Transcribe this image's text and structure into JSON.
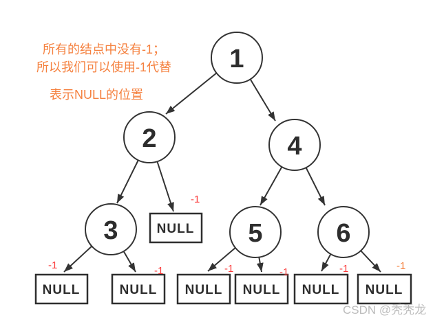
{
  "annotation": {
    "line1": "所有的结点中没有-1；",
    "line2": "所以我们可以使用-1代替",
    "line3": "表示NULL的位置"
  },
  "nodes": {
    "n1": "1",
    "n2": "2",
    "n3": "3",
    "n4": "4",
    "n5": "5",
    "n6": "6"
  },
  "null_box": {
    "label": "NULL"
  },
  "markers": {
    "minus_one": "-1"
  },
  "watermark": {
    "text": "CSDN @秃秃龙"
  },
  "colors": {
    "annotation_orange": "#f5813f",
    "minus_one_red": "#fb3b3b",
    "minus_one_orange": "#f5813f",
    "diagram_stroke": "#333333",
    "watermark_gray": "#bcbcbc"
  }
}
